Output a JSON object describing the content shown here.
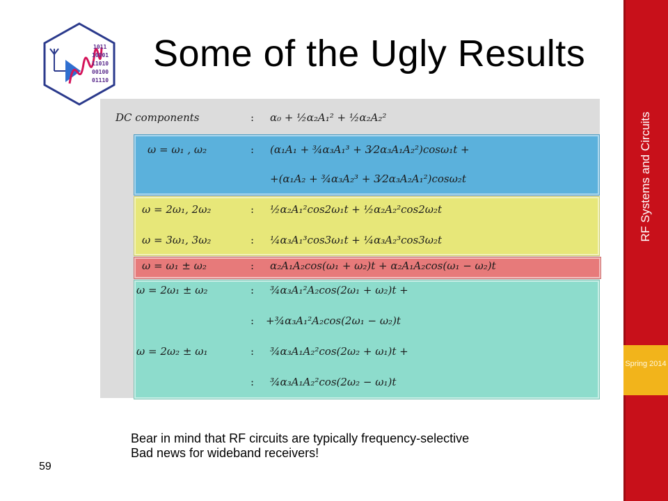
{
  "slide": {
    "title": "Some of the Ugly Results",
    "course_label": "RF Systems and Circuits",
    "term_label": "Spring 2014",
    "page_number": "59",
    "caption_lines": [
      "Bear in mind that RF circuits are typically frequency-selective",
      "Bad news for wideband receivers!"
    ],
    "logo_bits": [
      "1011",
      "10001",
      "11010",
      "00100",
      "01110"
    ]
  },
  "equations": [
    {
      "lhs": "DC components",
      "colon": ":",
      "rhs": "α₀ + ½α₂A₁² + ½α₂A₂²"
    },
    {
      "lhs": "ω = ω₁ , ω₂",
      "colon": ":",
      "rhs": "(α₁A₁ + ¾α₃A₁³ + 3⁄2α₃A₁A₂²)cosω₁t +"
    },
    {
      "lhs": "",
      "colon": "",
      "rhs": "+(α₁A₂ + ¾α₃A₂³ + 3⁄2α₃A₂A₁²)cosω₂t"
    },
    {
      "lhs": "ω = 2ω₁, 2ω₂",
      "colon": ":",
      "rhs": "½α₂A₁²cos2ω₁t + ½α₂A₂²cos2ω₂t"
    },
    {
      "lhs": "ω = 3ω₁, 3ω₂",
      "colon": ":",
      "rhs": "¼α₃A₁³cos3ω₁t + ¼α₃A₂³cos3ω₂t"
    },
    {
      "lhs": "ω = ω₁ ± ω₂",
      "colon": ":",
      "rhs": "α₂A₁A₂cos(ω₁ + ω₂)t + α₂A₁A₂cos(ω₁ − ω₂)t"
    },
    {
      "lhs": "ω = 2ω₁ ± ω₂",
      "colon": ":",
      "rhs": "¾α₃A₁²A₂cos(2ω₁ + ω₂)t +"
    },
    {
      "lhs": "",
      "colon": ":",
      "rhs": "+¾α₃A₁²A₂cos(2ω₁ − ω₂)t"
    },
    {
      "lhs": "ω = 2ω₂ ± ω₁",
      "colon": ":",
      "rhs": "¾α₃A₁A₂²cos(2ω₂ + ω₁)t +"
    },
    {
      "lhs": "",
      "colon": ":",
      "rhs": "¾α₃A₁A₂²cos(2ω₂ − ω₁)t"
    }
  ],
  "colors": {
    "sidebar": "#c8101a",
    "term_tab": "#f2b41b",
    "highlight_blue": "#5bb1dc",
    "highlight_yellow": "#e7e779",
    "highlight_red": "#e77a7a",
    "highlight_teal": "#8ddccc"
  }
}
